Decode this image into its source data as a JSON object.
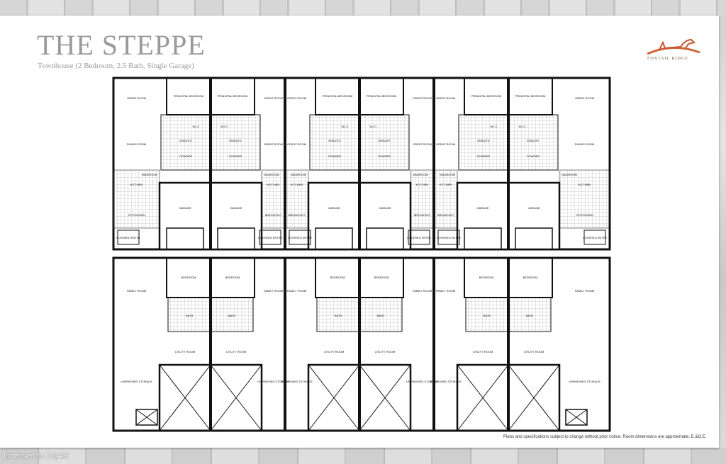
{
  "header": {
    "title": "THE STEPPE",
    "subtitle": "Townhouse (2 Bedroom, 2.5 Bath, Single Garage)"
  },
  "logo": {
    "text": "FOXTAIL RIDGE",
    "color": "#d2643a"
  },
  "disclaimer": "Plans and specifications subject to change without prior notice. Room dimensions are approximate. E.&O.E.",
  "license": "Licensed to OQAR",
  "floor_plans": {
    "main_floor": {
      "end_unit_rooms": [
        "GREAT ROOM",
        "DINING ROOM",
        "KITCHEN",
        "OFFICE/DEN",
        "PRINCIPAL BEDROOM",
        "W.I.C.",
        "ENSUITE",
        "POWDER",
        "MUDROOM",
        "GARAGE",
        "COVERED ENTRY"
      ],
      "interior_unit_rooms": [
        "GREAT ROOM",
        "GREAT ROOM",
        "KITCHEN",
        "BREAKFAST",
        "PRINCIPAL BEDROOM",
        "W.I.C.",
        "ENSUITE",
        "POWDER",
        "MUDROOM",
        "GARAGE",
        "COVERED ENTRY"
      ]
    },
    "lower_floor": {
      "rooms": [
        "FAMILY ROOM",
        "BEDROOM",
        "BATH",
        "UTILITY ROOM",
        "UNFINISHED STORAGE"
      ]
    }
  }
}
